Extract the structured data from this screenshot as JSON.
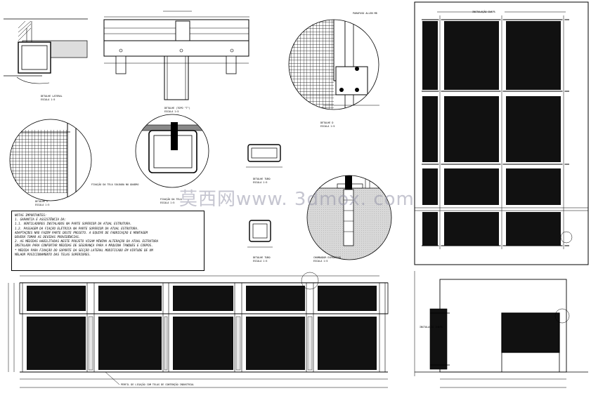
{
  "details": {
    "lateral": {
      "title": "DETALHE LATERAL",
      "scale": "ESCALA 1:5"
    },
    "topo": {
      "title": "DETALHE (TOPO \"T\")",
      "scale": "ESCALA 1:5"
    },
    "d_circle": {
      "title": "DETALHE D",
      "scale": "ESCALA 1:5"
    },
    "e_circle": {
      "title": "DETALHE E",
      "scale": "ESCALA 1:5"
    },
    "fixacao": {
      "title": "FIXAÇÃO DA TELA",
      "scale": "ESCALA 1:5"
    },
    "tubo_1": {
      "title": "DETALHE TUBO",
      "scale": "ESCALA 1:5"
    },
    "tubo_2": {
      "title": "DETALHE TUBO",
      "scale": "ESCALA 1:5"
    },
    "chumbador": {
      "title": "CHUMBADOR EXPANSIVO",
      "scale": "ESCALA 1:5"
    },
    "tela_note": "FIXAÇÃO DA TELA SOLDADA NO QUADRO",
    "parafuso_note": "PARAFUSO ALLEN M8"
  },
  "notes": {
    "title": "NOTAS IMPORTANTES:",
    "lines": [
      "1. GARANTIA E ASSISTÊNCIA DA:",
      "1.1. VENTILADORES INSTALADOS NA PARTE SUPERIOR DA ATUAL ESTRUTURA.",
      "1.2. PASSAGEM DA FIAÇÃO ELÉTRICA NA PARTE SUPERIOR DA ATUAL ESTRUTURA.",
      "ADAPTAÇÕES NÃO FAZEM PARTE DESTE PROJETO. A EQUIPE DE FABRICAÇÃO E MONTAGEM",
      "DEVERÁ TOMAR AS DEVIDAS PROVIDÊNCIAS.",
      "2. AS MEDIDAS HABILITADAS NESTE PROJETO VISAM MÍNIMA ALTERAÇÃO DA ATUAL ESTRUTURA",
      "INSTALADA PARA CONFORTAR MEDIDAS DE SEGURANÇA PARA A MÁQUINA TANQUES E CORPOS.",
      "* MEDIDA PARA FIXAÇÃO DO SUPORTE DA SECÇÃO LATERAL MODIFICADO EM VIRTUDE DE UM",
      "MELHOR POSICIONAMENTO DAS TELAS SUPERIORES."
    ]
  },
  "views": {
    "side_label": "INSTALAÇÃO CHAPA",
    "front_note": "PERFIL DE LIGAÇÃO COM TELAS DE CONTENÇÃO INDUSTRIAL",
    "small_label": "INSTALAÇÃO CHAPA"
  },
  "watermark": "莫西网www. 3dmox. com",
  "colors": {
    "ink": "#000000",
    "panel": "#111111",
    "hatch": "#cfcfcf",
    "watermark": "#9696aa"
  }
}
